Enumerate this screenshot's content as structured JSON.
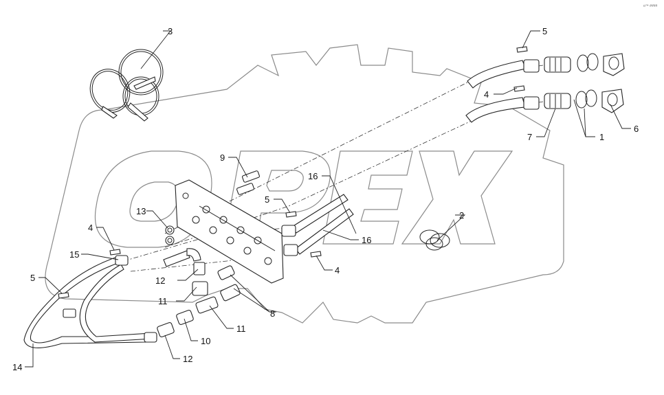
{
  "corner_mark": "o™ ####",
  "watermark": {
    "text": "OPEX"
  },
  "callouts": [
    {
      "id": "c3",
      "text": "3"
    },
    {
      "id": "c5a",
      "text": "5"
    },
    {
      "id": "c4a",
      "text": "4"
    },
    {
      "id": "c7",
      "text": "7"
    },
    {
      "id": "c1",
      "text": "1"
    },
    {
      "id": "c6",
      "text": "6"
    },
    {
      "id": "c9",
      "text": "9"
    },
    {
      "id": "c16a",
      "text": "16"
    },
    {
      "id": "c5b",
      "text": "5"
    },
    {
      "id": "c13",
      "text": "13"
    },
    {
      "id": "c4b",
      "text": "4"
    },
    {
      "id": "c15",
      "text": "15"
    },
    {
      "id": "c2",
      "text": "2"
    },
    {
      "id": "c16b",
      "text": "16"
    },
    {
      "id": "c5c",
      "text": "5"
    },
    {
      "id": "c4c",
      "text": "4"
    },
    {
      "id": "c12a",
      "text": "12"
    },
    {
      "id": "c11a",
      "text": "11"
    },
    {
      "id": "c8",
      "text": "8"
    },
    {
      "id": "c11b",
      "text": "11"
    },
    {
      "id": "c10",
      "text": "10"
    },
    {
      "id": "c12b",
      "text": "12"
    },
    {
      "id": "c14",
      "text": "14"
    }
  ]
}
